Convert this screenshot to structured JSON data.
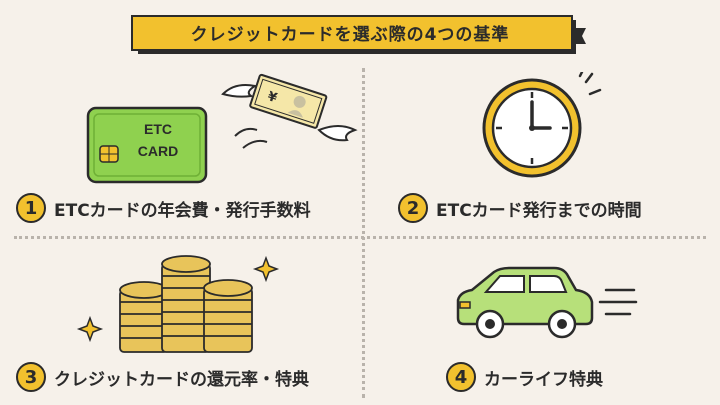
{
  "title": "クレジットカードを選ぶ際の4つの基準",
  "card_text": {
    "line1": "ETC",
    "line2": "CARD"
  },
  "money_symbol": "¥",
  "criteria": [
    {
      "num": "1",
      "label": "ETCカードの年会費・発行手数料"
    },
    {
      "num": "2",
      "label": "ETCカード発行までの時間"
    },
    {
      "num": "3",
      "label": "クレジットカードの還元率・特典"
    },
    {
      "num": "4",
      "label": "カーライフ特典"
    }
  ],
  "colors": {
    "background": "#f6f1ea",
    "banner": "#f2c12e",
    "card": "#8fd14f",
    "car": "#b7e07a",
    "coin": "#e8c45a",
    "outline": "#2b2b2b"
  },
  "icons": [
    "etc-card-icon",
    "flying-banknote-icon",
    "clock-icon",
    "coin-stacks-icon",
    "sparkle-icon",
    "car-icon"
  ]
}
